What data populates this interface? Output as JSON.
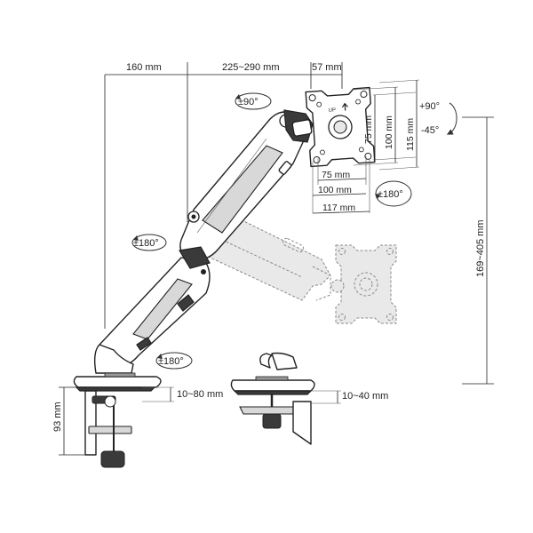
{
  "dimensions": {
    "top_left_span": "160 mm",
    "top_mid_span": "225~290 mm",
    "top_right_span": "57 mm",
    "vesa_height_75": "75 mm",
    "vesa_height_100": "100 mm",
    "vesa_height_115": "115 mm",
    "vesa_width_75": "75 mm",
    "vesa_width_100": "100 mm",
    "vesa_width_117": "117 mm",
    "height_range": "169~405 mm",
    "clamp_height": "93 mm",
    "clamp_range": "10~80 mm",
    "grommet_range": "10~40 mm"
  },
  "rotations": {
    "swivel_top": "±90°",
    "tilt_up": "+90°",
    "tilt_down": "-45°",
    "rotate_screen": "±180°",
    "arm_joint": "±180°",
    "base_joint": "±180°"
  },
  "plate_marker": "UP"
}
